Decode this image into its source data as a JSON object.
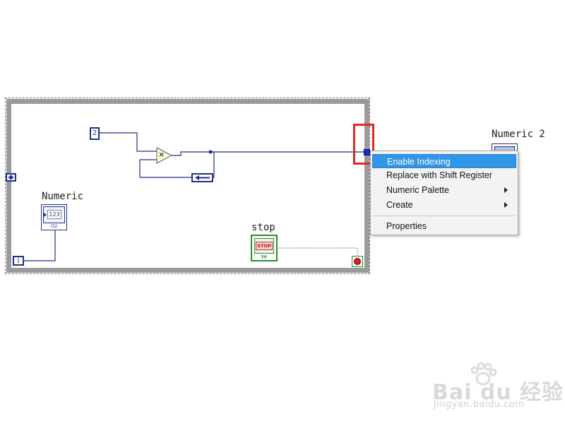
{
  "diagram": {
    "constant_value": "2",
    "multiply_symbol": "×",
    "numeric_label": "Numeric",
    "numeric_control_text": "123",
    "numeric_control_type": "I32",
    "numeric2_label": "Numeric 2",
    "stop_label": "stop",
    "stop_button_text": "STOP",
    "stop_type": "TF",
    "iteration_label": "i"
  },
  "context_menu": {
    "items": [
      {
        "label": "Enable Indexing",
        "highlighted": true,
        "submenu": false
      },
      {
        "label": "Replace with Shift Register",
        "highlighted": false,
        "submenu": false
      },
      {
        "label": "Numeric Palette",
        "highlighted": false,
        "submenu": true
      },
      {
        "label": "Create",
        "highlighted": false,
        "submenu": true
      },
      {
        "label": "Properties",
        "highlighted": false,
        "submenu": false
      }
    ]
  },
  "watermark": {
    "brand": "Bai du 经验",
    "url": "jingyan.baidu.com"
  },
  "colors": {
    "wire": "#1f2f8a",
    "frame": "#9a9a9a",
    "highlight": "#3296e8",
    "annotation": "#e2262d",
    "stop_green": "#2e8b2e"
  }
}
